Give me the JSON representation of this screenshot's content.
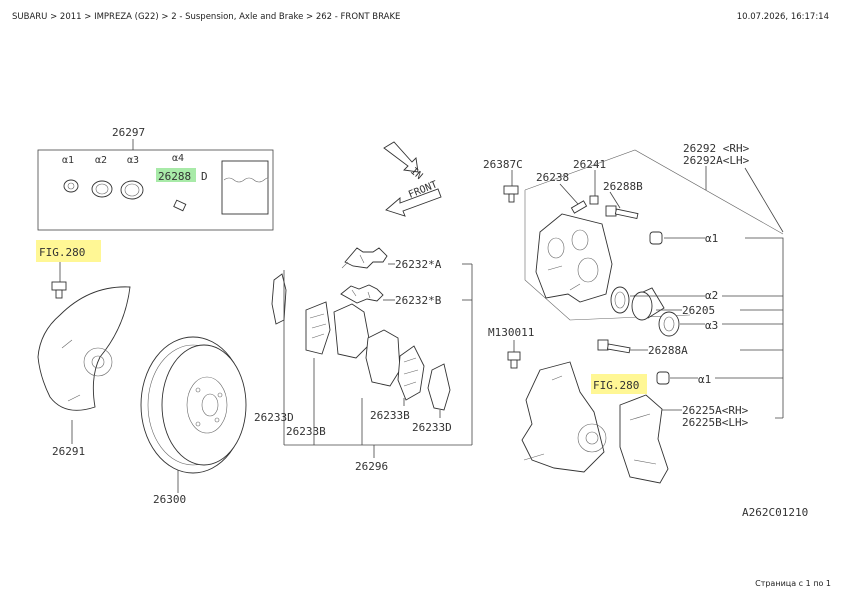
{
  "header": {
    "breadcrumb": "SUBARU > 2011 > IMPREZA (G22) > 2 - Suspension, Axle and Brake > 262 - FRONT BRAKE",
    "timestamp": "10.07.2026, 16:17:14"
  },
  "footer": {
    "page_info": "Страница с 1 по 1"
  },
  "diagram": {
    "code": "A262C01210",
    "direction": {
      "in": "IN",
      "front": "FRONT"
    },
    "kit_box": {
      "label": "26297",
      "items": [
        "α1",
        "α2",
        "α3",
        "α4"
      ],
      "part": "26288",
      "part_suffix": "D"
    },
    "links": {
      "fig_left": "FIG.280",
      "fig_right": "FIG.280"
    },
    "labels": {
      "backing_plate": "26291",
      "rotor": "26300",
      "clip_a": "26232*A",
      "clip_b": "26232*B",
      "shim_d_left": "26233D",
      "shim_b_left": "26233B",
      "shim_b_mid": "26233B",
      "shim_d_right": "26233D",
      "pad_kit": "26296",
      "caliper_rh": "26292 <RH>",
      "caliper_lh": "26292A<LH>",
      "bleeder": "26387C",
      "guide_pin_241": "26241",
      "guide_238": "26238",
      "bolt_b": "26288B",
      "alpha1_top": "α1",
      "alpha2": "α2",
      "piston": "26205",
      "alpha3": "α3",
      "bolt_m": "M130011",
      "bolt_a": "26288A",
      "alpha1_bottom": "α1",
      "support_rh": "26225A<RH>",
      "support_lh": "26225B<LH>"
    }
  }
}
